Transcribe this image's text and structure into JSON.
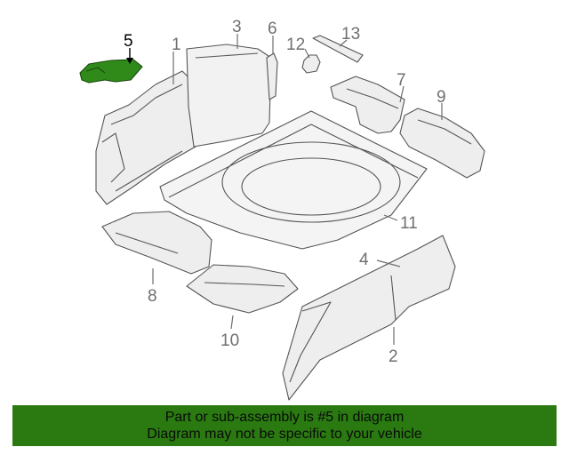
{
  "diagram": {
    "highlight_color": "#2f8a1a",
    "callouts": {
      "c1": "1",
      "c2": "2",
      "c3": "3",
      "c4": "4",
      "c5": "5",
      "c6": "6",
      "c7": "7",
      "c8": "8",
      "c9": "9",
      "c10": "10",
      "c11": "11",
      "c12": "12",
      "c13": "13"
    }
  },
  "banner": {
    "line1": "Part or sub-assembly is #5 in diagram",
    "line2": "Diagram may not be specific to your vehicle",
    "color": "#2a7a11"
  }
}
